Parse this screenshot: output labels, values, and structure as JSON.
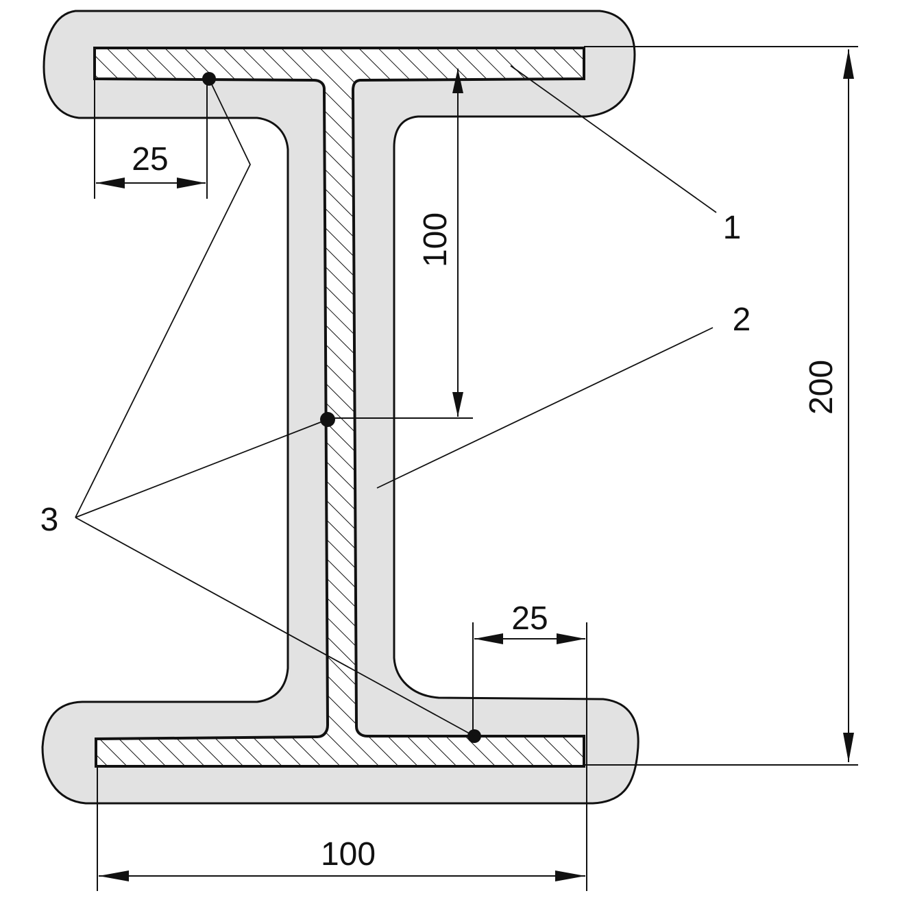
{
  "dimensions": {
    "flange_offset_top": "25",
    "flange_offset_bottom": "25",
    "half_height": "100",
    "total_height": "200",
    "flange_width": "100"
  },
  "callouts": {
    "label_1": "1",
    "label_2": "2",
    "label_3": "3"
  },
  "colors": {
    "coating_fill": "#e2e2e2",
    "line": "#111111",
    "background": "#ffffff"
  }
}
